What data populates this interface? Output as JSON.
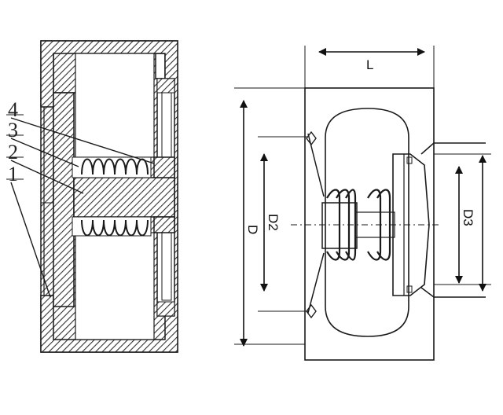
{
  "part_numbers": [
    "4",
    "3",
    "2",
    "1"
  ],
  "dimensions": {
    "length": "L",
    "outer_diameter": "D",
    "diameter_2": "D2",
    "diameter_3": "D3"
  },
  "colors": {
    "line": "#1a1a1a",
    "hatch": "#333333",
    "background": "#ffffff"
  }
}
